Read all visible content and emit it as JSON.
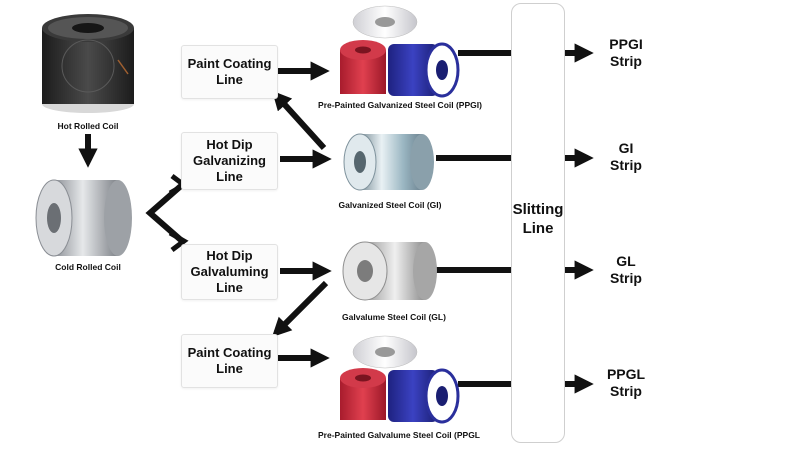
{
  "nodes": {
    "hot_rolled_coil": {
      "label": "Hot Rolled Coil"
    },
    "cold_rolled_coil": {
      "label": "Cold Rolled Coil"
    },
    "paint_coating_line_1": {
      "line1": "Paint Coating",
      "line2": "Line"
    },
    "hot_dip_galvanizing_line": {
      "line1": "Hot Dip",
      "line2": "Galvanizing",
      "line3": "Line"
    },
    "hot_dip_galvaluming_line": {
      "line1": "Hot Dip",
      "line2": "Galvaluming",
      "line3": "Line"
    },
    "paint_coating_line_2": {
      "line1": "Paint Coating",
      "line2": "Line"
    },
    "ppgi_coil": {
      "label": "Pre-Painted Galvanized Steel Coil (PPGI)"
    },
    "gi_coil": {
      "label": "Galvanized Steel Coil (GI)"
    },
    "gl_coil": {
      "label": "Galvalume Steel Coil (GL)"
    },
    "ppgl_coil": {
      "label": "Pre-Painted Galvalume Steel Coil (PPGL"
    },
    "slitting_line": {
      "line1": "Slitting",
      "line2": "Line"
    },
    "ppgi_strip": {
      "line1": "PPGI",
      "line2": "Strip"
    },
    "gi_strip": {
      "line1": "GI",
      "line2": "Strip"
    },
    "gl_strip": {
      "line1": "GL",
      "line2": "Strip"
    },
    "ppgl_strip": {
      "line1": "PPGL",
      "line2": "Strip"
    }
  },
  "colors": {
    "arrow": "#111111",
    "coil_red": "#c8283a",
    "coil_blue": "#2a2f9c",
    "coil_white": "#f2f2f2",
    "coil_dark": "#2a2a2a",
    "coil_silver": "#b8bcc2",
    "coil_galvanized": "#9fb4c0"
  },
  "icons": {
    "hot_rolled_coil": "dark-steel-coil-icon",
    "cold_rolled_coil": "silver-steel-coil-icon",
    "ppgi_coil": "tri-color-coil-stack-icon",
    "gi_coil": "galvanized-coil-icon",
    "gl_coil": "galvalume-coil-icon",
    "ppgl_coil": "tri-color-coil-stack-icon"
  }
}
